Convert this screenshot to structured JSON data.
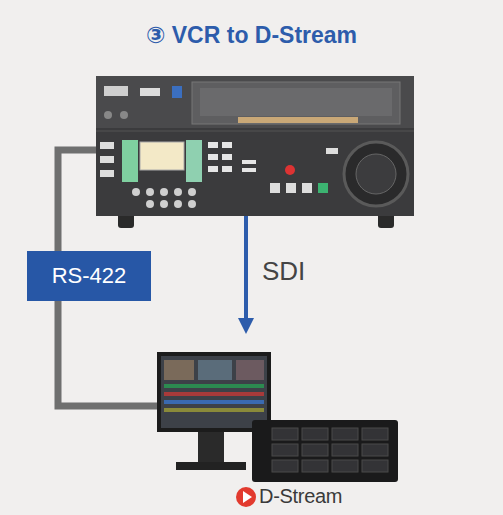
{
  "diagram": {
    "title": "③ VCR to D-Stream",
    "nodes": [
      {
        "text": [
          "RS-422"
        ]
      }
    ],
    "labels": [
      "SDI",
      "D-Stream"
    ]
  }
}
